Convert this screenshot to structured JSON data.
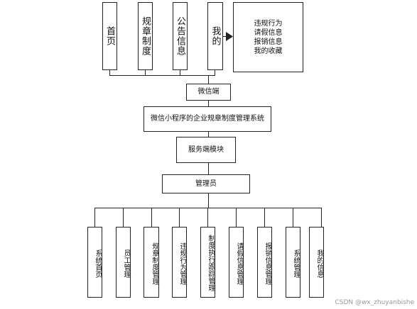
{
  "top_modules": [
    "首页",
    "规章制度",
    "公告信息",
    "我的"
  ],
  "user_menu": [
    "违规行为",
    "请假信息",
    "报销信息",
    "我的收藏"
  ],
  "wechat_client": "微信端",
  "system_name": "微信小程序的企业规章制度管理系统",
  "service_module": "服务端模块",
  "admin": "管理员",
  "admin_modules": [
    "系统首页",
    "员工管理",
    "规章制度管理",
    "违规行为管理",
    "制度执行跟踪管理",
    "请假信息管理",
    "报销信息管理",
    "系统管理",
    "我的信息"
  ],
  "watermark": "CSDN @wx_zhuyanbishe"
}
